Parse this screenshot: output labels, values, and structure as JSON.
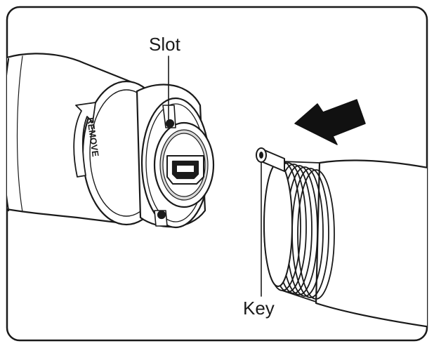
{
  "labels": {
    "slot": "Slot",
    "key": "Key",
    "remove": "REMOVE"
  },
  "colors": {
    "line": "#1a1a1a",
    "fill": "#ffffff",
    "shade": "#d9d9d9",
    "arrow": "#111111"
  },
  "icons": {
    "direction_arrow": "arrow-left-icon",
    "remove_arrow": "curved-arrow-icon"
  }
}
